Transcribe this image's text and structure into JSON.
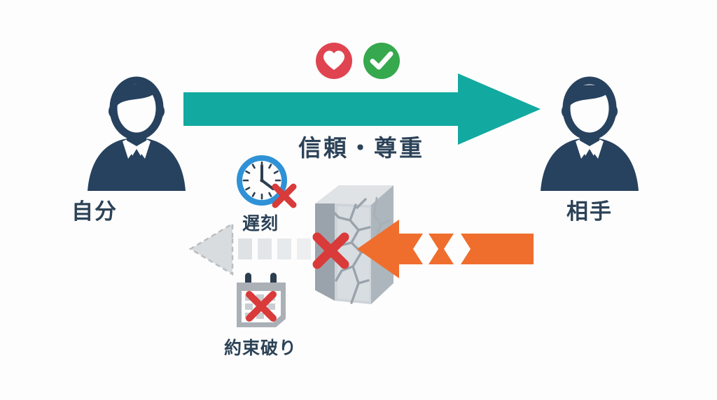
{
  "diagram": {
    "background_color": "#fdfdfd",
    "title_text": "",
    "actors": {
      "left": {
        "label": "自分",
        "icon": "person-avatar-icon",
        "color": "#27425f"
      },
      "right": {
        "label": "相手",
        "icon": "person-avatar-icon",
        "color": "#27425f"
      }
    },
    "positive_flow": {
      "label": "信頼・尊重",
      "arrow_direction": "right",
      "arrow_color": "#12a9a0",
      "badges": [
        {
          "name": "heart-badge",
          "glyph": "heart",
          "circle_color": "#e04450",
          "glyph_color": "#ffffff"
        },
        {
          "name": "check-badge",
          "glyph": "check",
          "circle_color": "#36a84e",
          "glyph_color": "#ffffff"
        }
      ]
    },
    "negative_flow": {
      "arrow_direction": "left",
      "arrow_color": "#ef6e2e",
      "arrow_style": "broken-jagged",
      "blocked_arrow_color": "#d9dcde",
      "blocked_arrow_style": "dashed-faded",
      "barrier": {
        "name": "cracked-wall",
        "color": "#b6bcc2",
        "cross_color": "#d93a3a"
      }
    },
    "negative_causes": [
      {
        "label": "遅刻",
        "icon": "clock-icon",
        "icon_color": "#2f92d6",
        "cross_color": "#d93a3a"
      },
      {
        "label": "約束破り",
        "icon": "calendar-icon",
        "icon_color": "#aab0b6",
        "cross_color": "#d93a3a"
      }
    ]
  }
}
